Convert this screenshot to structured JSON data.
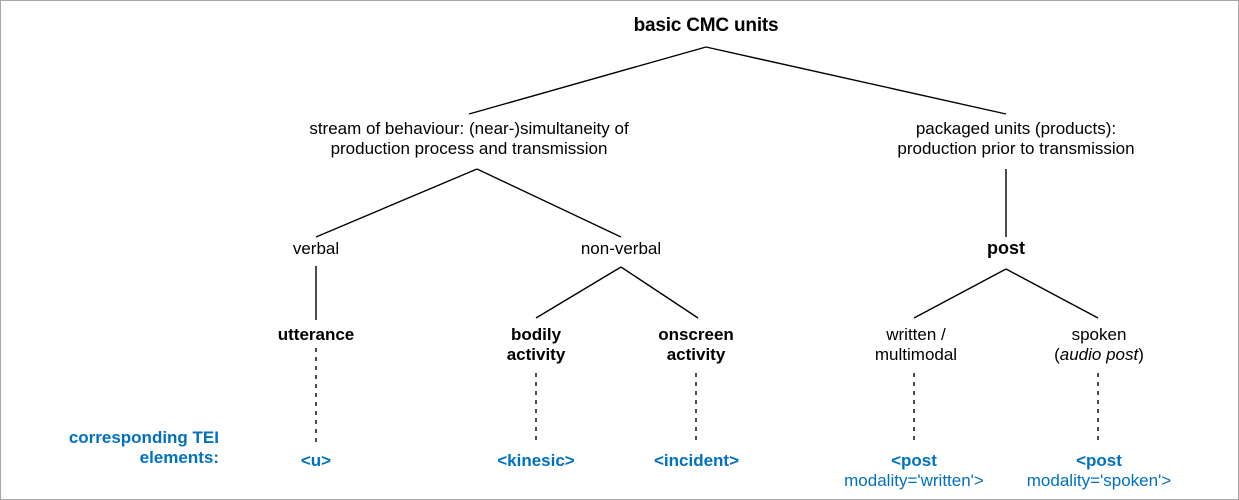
{
  "diagram": {
    "title": "basic CMC units",
    "border_color": "#a6a6a6",
    "background_color": "#ffffff",
    "line_color": "#000000",
    "tei_color": "#0070c0",
    "levels": {
      "root": {
        "label": "basic CMC units"
      },
      "level2": {
        "stream_line1": "stream of behaviour: (near-)simultaneity of",
        "stream_line2": "production process and transmission",
        "packaged_line1": "packaged units (products):",
        "packaged_line2": "production prior to transmission"
      },
      "level3": {
        "verbal": "verbal",
        "nonverbal": "non-verbal",
        "post": "post"
      },
      "level4": {
        "utterance": "utterance",
        "bodily_line1": "bodily",
        "bodily_line2": "activity",
        "onscreen_line1": "onscreen",
        "onscreen_line2": "activity",
        "written_line1": "written /",
        "written_line2": "multimodal",
        "spoken_line1": "spoken",
        "spoken_line2_open": "(",
        "spoken_line2_italic": "audio post",
        "spoken_line2_close": ")"
      }
    },
    "tei_row": {
      "caption_line1": "corresponding TEI",
      "caption_line2": "elements:",
      "utterance_element": "<u>",
      "kinesic_element": "<kinesic>",
      "incident_element": "<incident>",
      "post_written_line1": "<post",
      "post_written_line2": "modality='written'>",
      "post_spoken_line1": "<post",
      "post_spoken_line2": "modality='spoken'>"
    }
  }
}
